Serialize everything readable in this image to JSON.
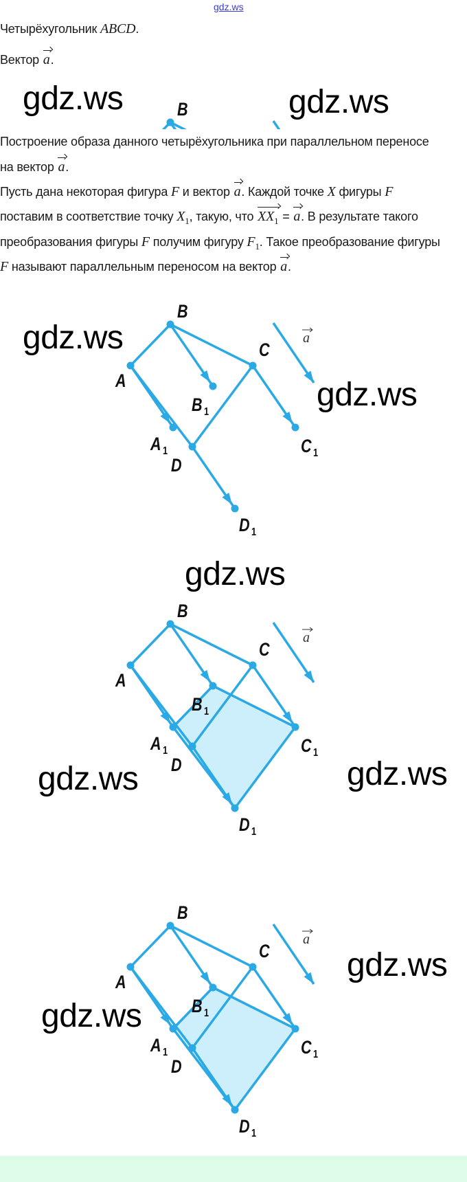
{
  "top_link": "gdz.ws",
  "watermark": "gdz.ws",
  "colors": {
    "figure": "#2aa9e4",
    "fill": "#cdeefb",
    "band": "#dcfce8",
    "link": "#3b3bd6"
  },
  "lines": [
    [
      {
        "k": "t",
        "v": "Четырёхугольник "
      },
      {
        "k": "m",
        "v": "ABCD"
      },
      {
        "k": "t",
        "v": "."
      }
    ],
    [
      {
        "k": "t",
        "v": "Вектор "
      },
      {
        "k": "vec",
        "v": "a"
      },
      {
        "k": "t",
        "v": "."
      }
    ],
    [
      {
        "k": "t",
        "v": "Построение образа данного четырёхугольника при параллельном переносе"
      }
    ],
    [
      {
        "k": "t",
        "v": "на вектор "
      },
      {
        "k": "vec",
        "v": "a"
      },
      {
        "k": "t",
        "v": "."
      }
    ],
    [
      {
        "k": "t",
        "v": "Пусть дана некоторая фигура "
      },
      {
        "k": "m",
        "v": "F"
      },
      {
        "k": "t",
        "v": " и вектор "
      },
      {
        "k": "vec",
        "v": "a"
      },
      {
        "k": "t",
        "v": ". Каждой точке "
      },
      {
        "k": "m",
        "v": "X"
      },
      {
        "k": "t",
        "v": " фигуры "
      },
      {
        "k": "m",
        "v": "F"
      }
    ],
    [
      {
        "k": "t",
        "v": "поставим в соответствие точку "
      },
      {
        "k": "m",
        "v": "X",
        "sub": "1"
      },
      {
        "k": "t",
        "v": ", такую, что "
      },
      {
        "k": "vec",
        "v": "XX",
        "sub": "1"
      },
      {
        "k": "t",
        "v": " = "
      },
      {
        "k": "vec",
        "v": "a"
      },
      {
        "k": "t",
        "v": ". В результате такого"
      }
    ],
    [
      {
        "k": "t",
        "v": "преобразования фигуры "
      },
      {
        "k": "m",
        "v": "F"
      },
      {
        "k": "t",
        "v": " получим фигуру "
      },
      {
        "k": "m",
        "v": "F",
        "sub": "1"
      },
      {
        "k": "t",
        "v": ". Такое преобразование фигуры"
      }
    ],
    [
      {
        "k": "m",
        "v": "F"
      },
      {
        "k": "t",
        "v": " называют параллельным переносом на вектор "
      },
      {
        "k": "vec",
        "v": "a"
      },
      {
        "k": "t",
        "v": "."
      }
    ]
  ],
  "diagram": {
    "vector_label": "a",
    "labels": {
      "A": "A",
      "B": "B",
      "C": "C",
      "D": "D",
      "A1": "A",
      "B1": "B",
      "C1": "C",
      "D1": "D",
      "sub": "1"
    }
  }
}
